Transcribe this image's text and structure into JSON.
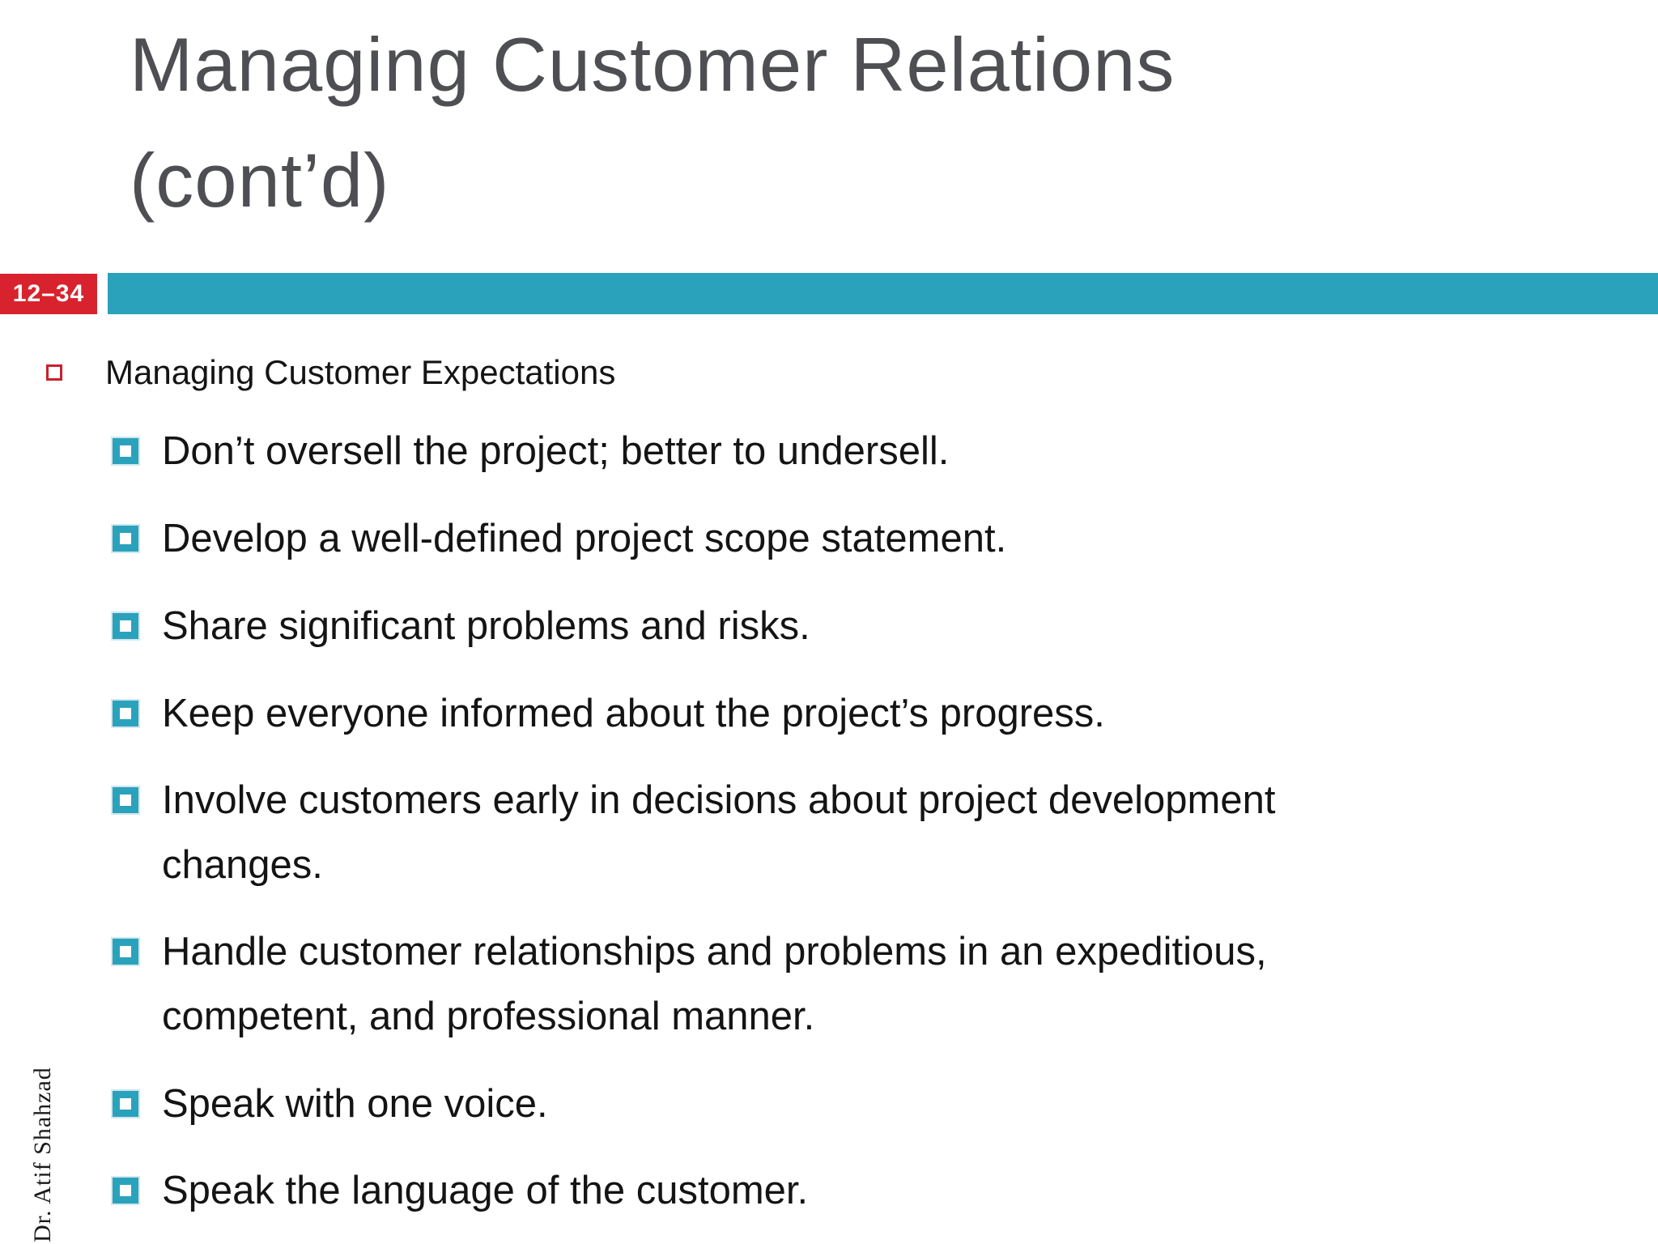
{
  "colors": {
    "accent_teal": "#2ba2bc",
    "accent_red": "#d8232e",
    "title_gray": "#4e4f52",
    "body_text": "#141414"
  },
  "header": {
    "title_line1": "Managing Customer Relations",
    "title_line2": "(cont’d)",
    "page_badge": "12–34"
  },
  "content": {
    "section_label": "Managing Customer Expectations",
    "bullets": [
      {
        "lines": [
          "Don’t oversell the project; better to undersell."
        ]
      },
      {
        "lines": [
          "Develop a well-defined project scope statement."
        ]
      },
      {
        "lines": [
          "Share significant problems and risks."
        ]
      },
      {
        "lines": [
          "Keep everyone informed about the project’s progress."
        ]
      },
      {
        "lines": [
          "Involve customers early in decisions about project development",
          "changes."
        ]
      },
      {
        "lines": [
          "Handle customer relationships and problems in an expeditious,",
          "competent, and professional manner."
        ]
      },
      {
        "lines": [
          "Speak with one voice."
        ]
      },
      {
        "lines": [
          "Speak the language of the customer."
        ]
      }
    ]
  },
  "footer": {
    "author": "Dr. Atif Shahzad"
  }
}
